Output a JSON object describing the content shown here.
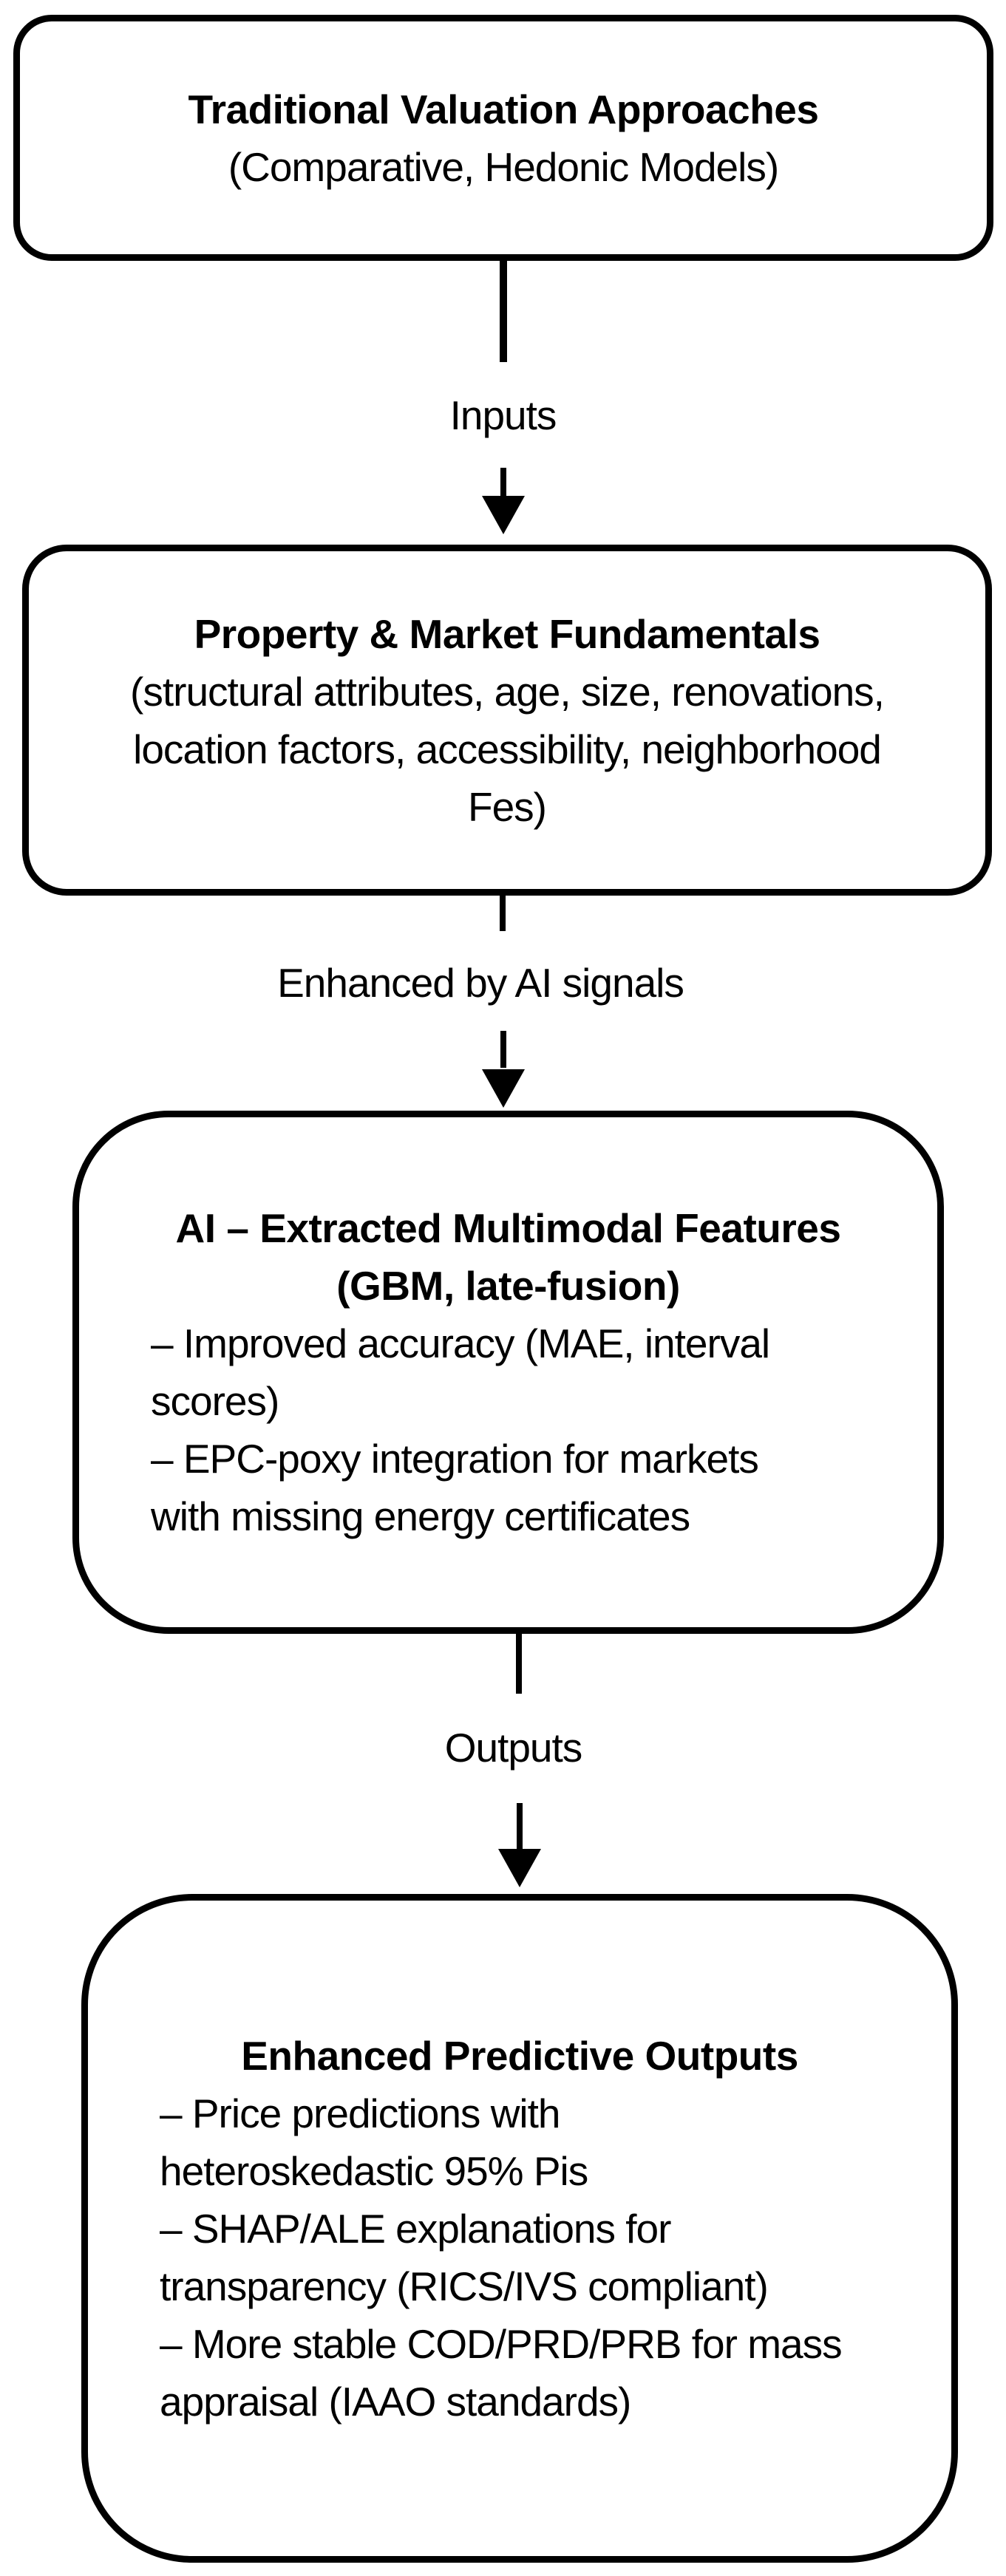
{
  "colors": {
    "stroke": "#000000",
    "background": "#ffffff"
  },
  "boxes": [
    {
      "name": "traditional-valuation-approaches",
      "title_lines": [
        "Traditional Valuation Approaches"
      ],
      "body_lines": [
        "(Comparative, Hedonic Models)"
      ]
    },
    {
      "name": "property-market-fundamentals",
      "title_lines": [
        "Property & Market Fundamentals"
      ],
      "body_lines": [
        "(structural attributes, age, size, renovations,",
        "location factors, accessibility, neighborhood",
        "Fes)"
      ]
    },
    {
      "name": "ai-extracted-multimodal-features",
      "title_lines": [
        "AI – Extracted Multimodal Features",
        "(GBM, late-fusion)"
      ],
      "body_lines": [
        "– Improved accuracy (MAE, interval",
        "scores)",
        "– EPC-poxy integration for markets",
        "with missing energy certificates"
      ]
    },
    {
      "name": "enhanced-predictive-outputs",
      "title_lines": [
        "Enhanced Predictive Outputs"
      ],
      "body_lines": [
        "– Price predictions with",
        "heteroskedastic 95% Pis",
        "– SHAP/ALE explanations for",
        "transparency (RICS/IVS compliant)",
        "– More stable COD/PRD/PRB for mass",
        "appraisal (IAAO standards)"
      ]
    }
  ],
  "connectors": [
    {
      "label": "Inputs"
    },
    {
      "label": "Enhanced by AI signals"
    },
    {
      "label": "Outputs"
    }
  ]
}
